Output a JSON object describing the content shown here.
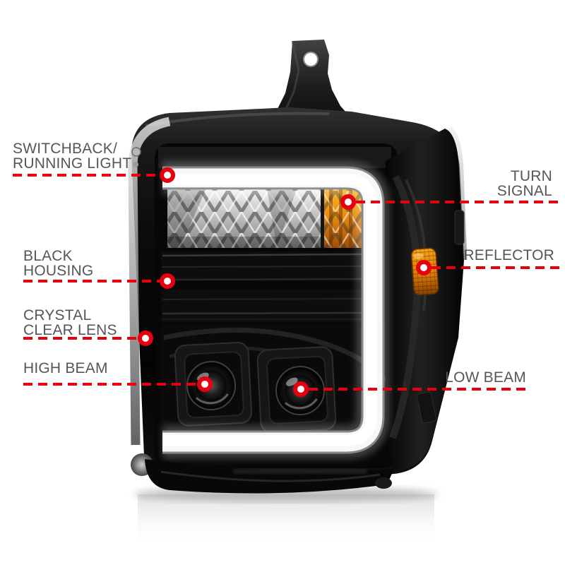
{
  "diagram": {
    "subject": "black housing projector truck headlight with LED light bar, annotated feature callouts",
    "callouts": [
      {
        "id": "switchback-running-light",
        "side": "left",
        "lines": [
          "SWITCHBACK/",
          "RUNNING LIGHT"
        ]
      },
      {
        "id": "turn-signal",
        "side": "right",
        "lines": [
          "TURN",
          "SIGNAL"
        ]
      },
      {
        "id": "black-housing",
        "side": "left",
        "lines": [
          "BLACK",
          "HOUSING"
        ]
      },
      {
        "id": "reflector",
        "side": "right",
        "lines": [
          "REFLECTOR"
        ]
      },
      {
        "id": "crystal-clear-lens",
        "side": "left",
        "lines": [
          "CRYSTAL",
          "CLEAR LENS"
        ]
      },
      {
        "id": "high-beam",
        "side": "left",
        "lines": [
          "HIGH BEAM"
        ]
      },
      {
        "id": "low-beam",
        "side": "right",
        "lines": [
          "LOW BEAM"
        ]
      }
    ]
  },
  "colors": {
    "accent_red": "#e8000f",
    "label_gray": "#55565a",
    "amber_lens": "#ef9212",
    "background": "#ffffff"
  }
}
